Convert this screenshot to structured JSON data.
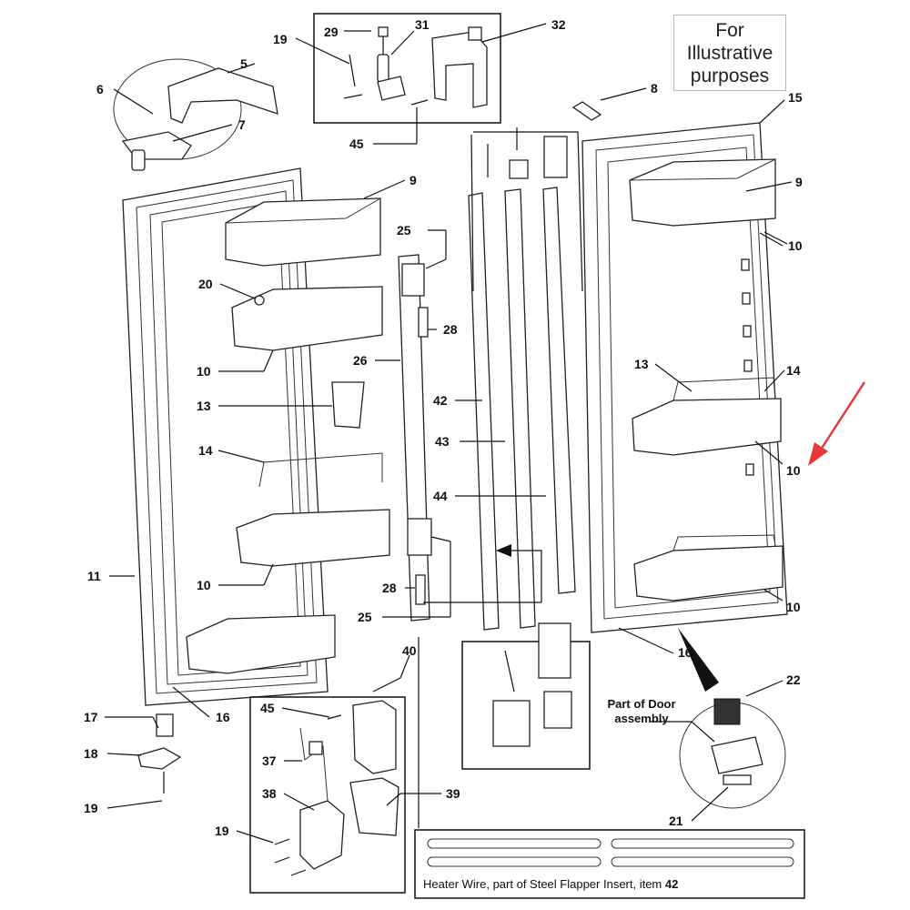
{
  "note": {
    "lines": [
      "For",
      "Illustrative",
      "purposes"
    ]
  },
  "door_assembly_note": {
    "line1": "Part of Door",
    "line2": "assembly"
  },
  "heater_caption": {
    "text": "Heater Wire, part of Steel Flapper Insert, item ",
    "item": "42"
  },
  "callouts": [
    {
      "id": "c1",
      "label": "29"
    },
    {
      "id": "c2",
      "label": "31"
    },
    {
      "id": "c3",
      "label": "32"
    },
    {
      "id": "c4",
      "label": "19"
    },
    {
      "id": "c5",
      "label": "45"
    },
    {
      "id": "c6",
      "label": "5"
    },
    {
      "id": "c7",
      "label": "6"
    },
    {
      "id": "c8",
      "label": "7"
    },
    {
      "id": "c9",
      "label": "8"
    },
    {
      "id": "c10",
      "label": "15"
    },
    {
      "id": "c11",
      "label": "9"
    },
    {
      "id": "c12",
      "label": "9"
    },
    {
      "id": "c13",
      "label": "10"
    },
    {
      "id": "c14",
      "label": "25"
    },
    {
      "id": "c15",
      "label": "20"
    },
    {
      "id": "c16",
      "label": "28"
    },
    {
      "id": "c17",
      "label": "10"
    },
    {
      "id": "c18",
      "label": "26"
    },
    {
      "id": "c19",
      "label": "13"
    },
    {
      "id": "c20",
      "label": "14"
    },
    {
      "id": "c21",
      "label": "13"
    },
    {
      "id": "c22",
      "label": "14"
    },
    {
      "id": "c23",
      "label": "42"
    },
    {
      "id": "c24",
      "label": "43"
    },
    {
      "id": "c25",
      "label": "10"
    },
    {
      "id": "c26",
      "label": "44"
    },
    {
      "id": "c27",
      "label": "11"
    },
    {
      "id": "c28",
      "label": "10"
    },
    {
      "id": "c29",
      "label": "28"
    },
    {
      "id": "c30",
      "label": "10"
    },
    {
      "id": "c31",
      "label": "25"
    },
    {
      "id": "c32",
      "label": "16"
    },
    {
      "id": "c33",
      "label": "40"
    },
    {
      "id": "c34",
      "label": "16"
    },
    {
      "id": "c35",
      "label": "22"
    },
    {
      "id": "c36",
      "label": "17"
    },
    {
      "id": "c37",
      "label": "45"
    },
    {
      "id": "c38",
      "label": "37"
    },
    {
      "id": "c39",
      "label": "18"
    },
    {
      "id": "c40",
      "label": "38"
    },
    {
      "id": "c41",
      "label": "39"
    },
    {
      "id": "c42",
      "label": "19"
    },
    {
      "id": "c43",
      "label": "19"
    },
    {
      "id": "c44",
      "label": "21"
    }
  ],
  "colors": {
    "line": "#111111",
    "arrow": "#e53935",
    "paper": "#ffffff"
  }
}
